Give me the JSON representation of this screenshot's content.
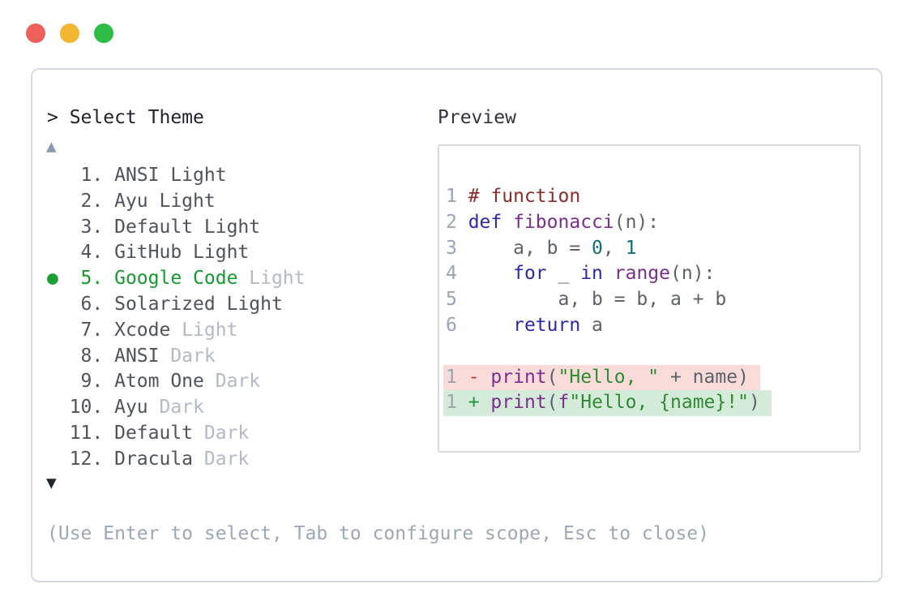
{
  "window": {
    "traffic_lights": [
      {
        "name": "close",
        "color": "#f0605a"
      },
      {
        "name": "minimize",
        "color": "#f2b633"
      },
      {
        "name": "zoom",
        "color": "#2ebd44"
      }
    ]
  },
  "theme_selector": {
    "prompt": "> Select Theme",
    "scroll_up": {
      "glyph": "▲",
      "state": "inactive"
    },
    "scroll_down": {
      "glyph": "▼",
      "state": "active"
    },
    "selected_marker": "●",
    "items": [
      {
        "number": 1,
        "name": "ANSI",
        "variant": "Light",
        "variant_muted": false,
        "selected": false
      },
      {
        "number": 2,
        "name": "Ayu",
        "variant": "Light",
        "variant_muted": false,
        "selected": false
      },
      {
        "number": 3,
        "name": "Default",
        "variant": "Light",
        "variant_muted": false,
        "selected": false
      },
      {
        "number": 4,
        "name": "GitHub",
        "variant": "Light",
        "variant_muted": false,
        "selected": false
      },
      {
        "number": 5,
        "name": "Google Code",
        "variant": "Light",
        "variant_muted": true,
        "selected": true
      },
      {
        "number": 6,
        "name": "Solarized",
        "variant": "Light",
        "variant_muted": false,
        "selected": false
      },
      {
        "number": 7,
        "name": "Xcode",
        "variant": "Light",
        "variant_muted": true,
        "selected": false
      },
      {
        "number": 8,
        "name": "ANSI",
        "variant": "Dark",
        "variant_muted": true,
        "selected": false
      },
      {
        "number": 9,
        "name": "Atom One",
        "variant": "Dark",
        "variant_muted": true,
        "selected": false
      },
      {
        "number": 10,
        "name": "Ayu",
        "variant": "Dark",
        "variant_muted": true,
        "selected": false
      },
      {
        "number": 11,
        "name": "Default",
        "variant": "Dark",
        "variant_muted": true,
        "selected": false
      },
      {
        "number": 12,
        "name": "Dracula",
        "variant": "Dark",
        "variant_muted": true,
        "selected": false
      }
    ],
    "help_text": "(Use Enter to select, Tab to configure scope, Esc to close)"
  },
  "preview": {
    "label": "Preview",
    "code_lines": [
      {
        "number": "1",
        "tokens": [
          {
            "style": "comment",
            "text": "# function"
          }
        ]
      },
      {
        "number": "2",
        "tokens": [
          {
            "style": "keyword",
            "text": "def"
          },
          {
            "style": "plain",
            "text": " "
          },
          {
            "style": "function",
            "text": "fibonacci"
          },
          {
            "style": "plain",
            "text": "(n):"
          }
        ]
      },
      {
        "number": "3",
        "tokens": [
          {
            "style": "plain",
            "text": "    a, b = "
          },
          {
            "style": "number",
            "text": "0"
          },
          {
            "style": "plain",
            "text": ", "
          },
          {
            "style": "number",
            "text": "1"
          }
        ]
      },
      {
        "number": "4",
        "tokens": [
          {
            "style": "plain",
            "text": "    "
          },
          {
            "style": "keyword",
            "text": "for"
          },
          {
            "style": "plain",
            "text": " _ "
          },
          {
            "style": "keyword",
            "text": "in"
          },
          {
            "style": "plain",
            "text": " "
          },
          {
            "style": "function",
            "text": "range"
          },
          {
            "style": "plain",
            "text": "(n):"
          }
        ]
      },
      {
        "number": "5",
        "tokens": [
          {
            "style": "plain",
            "text": "        a, b = b, a + b"
          }
        ]
      },
      {
        "number": "6",
        "tokens": [
          {
            "style": "plain",
            "text": "    "
          },
          {
            "style": "keyword",
            "text": "return"
          },
          {
            "style": "plain",
            "text": " a"
          }
        ]
      }
    ],
    "diff_lines": [
      {
        "number": "1",
        "kind": "deletion",
        "tokens": [
          {
            "style": "del",
            "text": "- "
          },
          {
            "style": "function",
            "text": "print"
          },
          {
            "style": "plain",
            "text": "("
          },
          {
            "style": "string",
            "text": "\"Hello, \""
          },
          {
            "style": "plain",
            "text": " + name)"
          }
        ]
      },
      {
        "number": "1",
        "kind": "addition",
        "tokens": [
          {
            "style": "add",
            "text": "+ "
          },
          {
            "style": "function",
            "text": "print"
          },
          {
            "style": "plain",
            "text": "("
          },
          {
            "style": "function",
            "text": "f"
          },
          {
            "style": "string",
            "text": "\"Hello, {name}!\""
          },
          {
            "style": "plain",
            "text": ")"
          }
        ]
      }
    ]
  },
  "colors": {
    "selection_green": "#189930",
    "muted_text": "#b2bac7",
    "help_text": "#9ca7b7",
    "panel_border": "#d6dae2",
    "syntax_comment": "#8b2c2c",
    "syntax_keyword": "#2b2ba3",
    "syntax_function": "#7b2e8e",
    "syntax_string": "#2f8b31",
    "syntax_number": "#0e7078",
    "syntax_plain": "#5d6269",
    "diff_deletion_bg": "#f9dcda",
    "diff_addition_bg": "#d3ebd8"
  }
}
